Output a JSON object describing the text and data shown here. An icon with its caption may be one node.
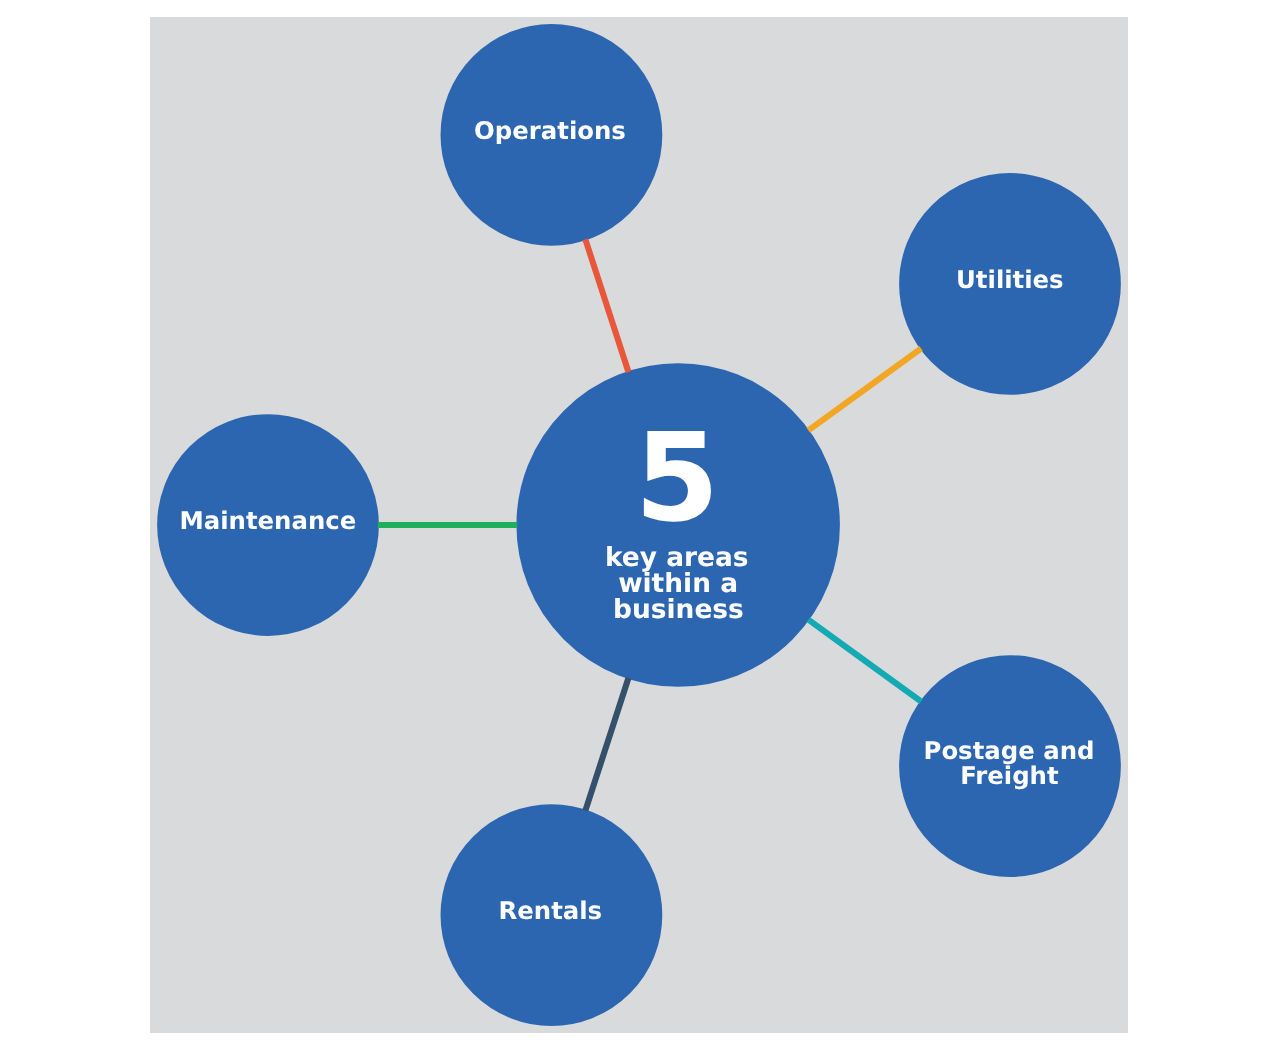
{
  "diagram": {
    "nodes": [
      {
        "text": [
          "Utilities"
        ]
      },
      {
        "text": [
          "Operations"
        ]
      },
      {
        "text": [
          "5",
          "key areas within a business"
        ]
      },
      {
        "text": [
          "Maintenance"
        ]
      },
      {
        "text": [
          "Rentals"
        ]
      },
      {
        "text": [
          "Postage and Freight"
        ]
      }
    ],
    "edges": [
      {
        "from": 2,
        "to": 0,
        "arrow": "none",
        "color": "#f2a623"
      },
      {
        "from": 2,
        "to": 1,
        "arrow": "none",
        "color": "#e9573b"
      },
      {
        "from": 2,
        "to": 3,
        "arrow": "none",
        "color": "#1fae5c"
      },
      {
        "from": 2,
        "to": 4,
        "arrow": "none",
        "color": "#34506b"
      },
      {
        "from": 2,
        "to": 5,
        "arrow": "none",
        "color": "#13aab3"
      }
    ]
  }
}
